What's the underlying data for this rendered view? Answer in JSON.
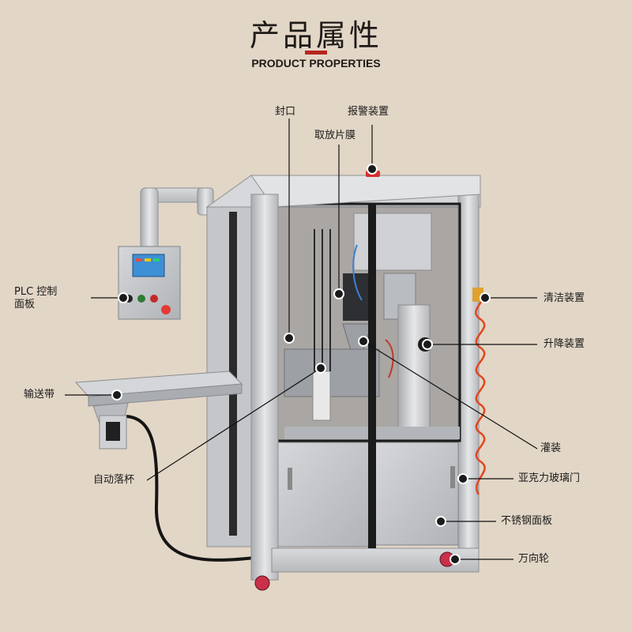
{
  "header": {
    "title": "产品属性",
    "subtitle": "PRODUCT PROPERTIES"
  },
  "colors": {
    "background": "#e2d6c6",
    "accent": "#b8251e",
    "frame": "#c9cbce",
    "panel_blue": "#3d8fd6",
    "spring_cable": "#e0471f"
  },
  "labels": {
    "sealing": "封口",
    "alarm": "报警装置",
    "film_pick": "取放片膜",
    "plc_panel": "PLC 控制\n面板",
    "cleaning": "清洁装置",
    "lifting": "升降装置",
    "conveyor": "输送带",
    "filling": "灌装",
    "auto_cup": "自动落杯",
    "acrylic_door": "亚克力玻璃门",
    "steel_panel": "不锈钢面板",
    "caster": "万向轮"
  }
}
